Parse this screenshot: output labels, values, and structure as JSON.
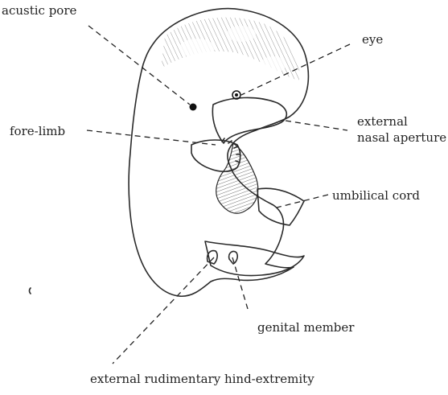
{
  "labels": {
    "acustic_pore": "acustic pore",
    "eye": "eye",
    "fore_limb": "fore-limb",
    "external_nasal_line1": "external",
    "external_nasal_line2": "nasal aperture",
    "umbilical_cord": "umbilical cord",
    "genital_member": "genital member",
    "hind_extremity": "external rudimentary hind-extremity"
  },
  "colors": {
    "ink": "#222222",
    "background": "#ffffff"
  }
}
